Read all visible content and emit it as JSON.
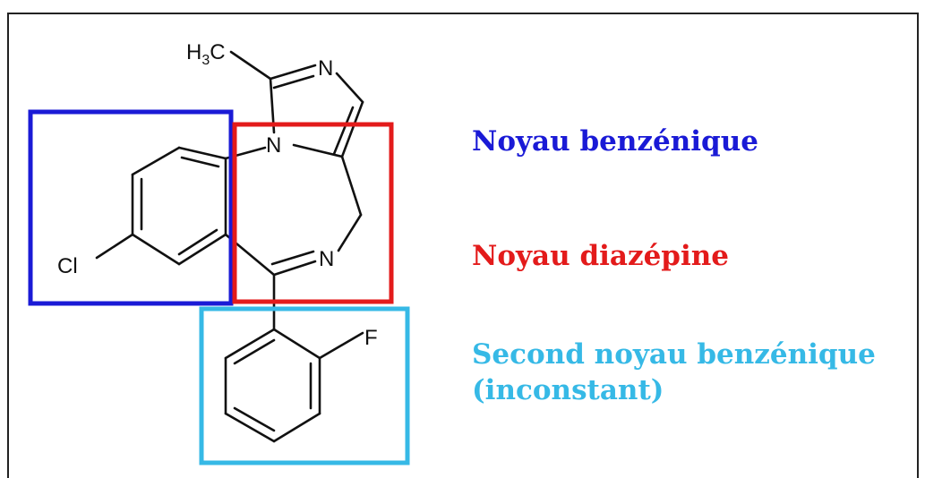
{
  "atoms": {
    "methyl": "H",
    "methyl_sub": "3",
    "methyl_c": "C",
    "n_imidazole": "N",
    "n_bridge": "N",
    "n_imine": "N",
    "chlorine": "Cl",
    "fluorine": "F"
  },
  "legend": {
    "benzene": "Noyau benzénique",
    "diazepine": "Noyau diazépine",
    "second_benzene_line1": "Second noyau benzénique",
    "second_benzene_line2": "(inconstant)"
  },
  "colors": {
    "blue": "#1a1ad6",
    "red": "#e31b1b",
    "cyan": "#36b9e6",
    "bond": "#111111"
  }
}
